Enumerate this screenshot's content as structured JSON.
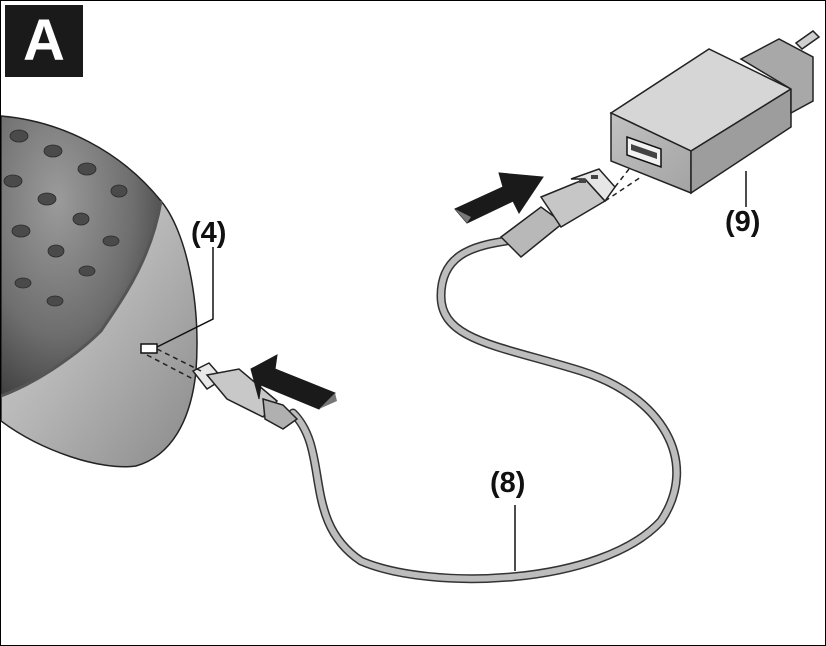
{
  "figure": {
    "badge": "A",
    "callouts": {
      "tool_port": "(4)",
      "cable": "(8)",
      "charger": "(9)"
    }
  }
}
